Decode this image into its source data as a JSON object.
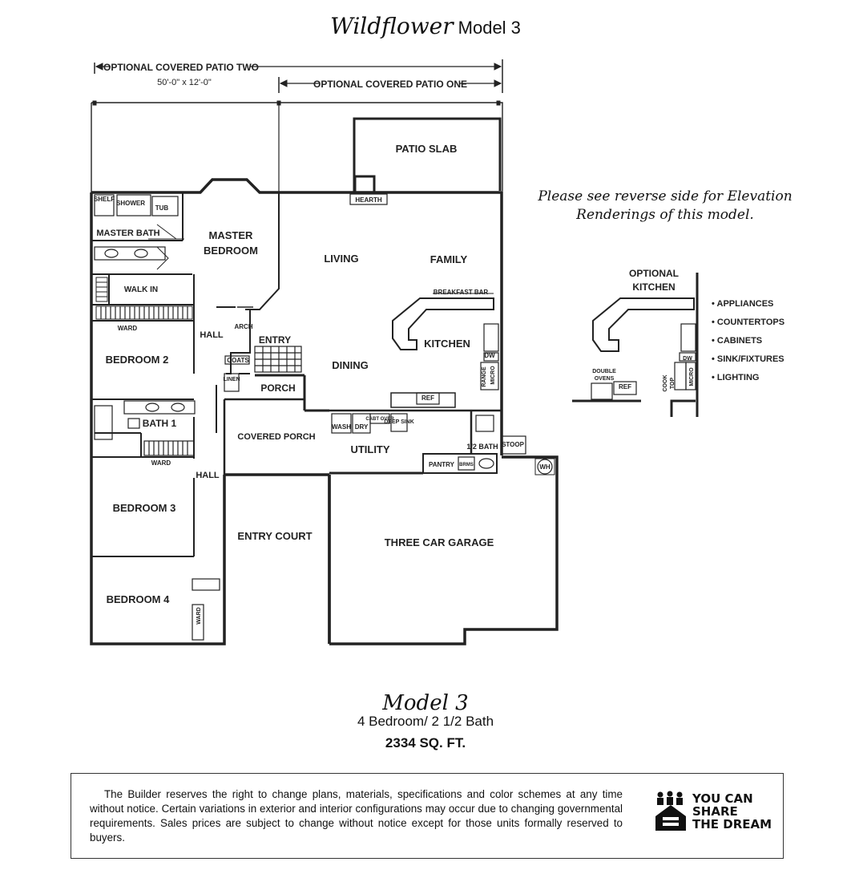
{
  "header": {
    "title_script": "Wildflower",
    "title_model": "Model 3"
  },
  "dimensions": {
    "patio_two_label": "OPTIONAL  COVERED PATIO TWO",
    "patio_two_size": "50'-0\" x 12'-0\"",
    "patio_one_label": "OPTIONAL  COVERED PATIO ONE"
  },
  "rooms": {
    "patio_slab": "PATIO SLAB",
    "hearth": "HEARTH",
    "shelf": "SHELF",
    "shower": "SHOWER",
    "tub": "TUB",
    "master_bath": "MASTER BATH",
    "master_bedroom": "MASTER\nBEDROOM",
    "master_bedroom_line1": "MASTER",
    "master_bedroom_line2": "BEDROOM",
    "walk_in": "WALK IN",
    "ward": "WARD",
    "hall": "HALL",
    "arch": "ARCH",
    "entry": "ENTRY",
    "coats": "COATS",
    "linen": "LINEN",
    "bedroom_2": "BEDROOM 2",
    "living": "LIVING",
    "family": "FAMILY",
    "breakfast_bar": "BREAKFAST BAR",
    "kitchen": "KITCHEN",
    "dining": "DINING",
    "dw": "DW",
    "range": "RANGE",
    "micro": "MICRO",
    "porch": "PORCH",
    "ref": "REF",
    "bath_1": "BATH 1",
    "covered_porch": "COVERED PORCH",
    "wash": "WASH",
    "dry": "DRY",
    "cabt_over": "CABT OVER",
    "deep_sink": "DEEP SINK",
    "utility": "UTILITY",
    "half_bath": "1/2 BATH",
    "stoop": "STOOP",
    "wh": "WH",
    "pantry": "PANTRY",
    "brms": "BRMS",
    "bedroom_3": "BEDROOM 3",
    "entry_court": "ENTRY COURT",
    "three_car_garage": "THREE CAR GARAGE",
    "bedroom_4": "BEDROOM 4"
  },
  "note": {
    "line1": "Please see reverse side for Elevation",
    "line2": "Renderings of this model."
  },
  "optional_kitchen": {
    "title_line1": "OPTIONAL",
    "title_line2": "KITCHEN",
    "features": [
      "• APPLIANCES",
      "• COUNTERTOPS",
      "• CABINETS",
      "• SINK/FIXTURES",
      "• LIGHTING"
    ],
    "double_ovens_1": "DOUBLE",
    "double_ovens_2": "OVENS",
    "ref": "REF",
    "cook_top_1": "COOK",
    "cook_top_2": "TOP",
    "dw": "DW",
    "micro": "MICRO"
  },
  "model": {
    "name": "Model 3",
    "beds_baths": "4 Bedroom/ 2 1/2 Bath",
    "sqft": "2334 SQ. FT."
  },
  "disclaimer": "The Builder reserves the right to change plans, materials, specifications and color schemes at any time without notice. Certain variations in exterior and interior configurations may occur due to changing governmental requirements. Sales prices are subject to change without notice except for those units formally reserved to buyers.",
  "eho": {
    "line1": "YOU CAN",
    "line2": "SHARE",
    "line3": "THE DREAM"
  }
}
